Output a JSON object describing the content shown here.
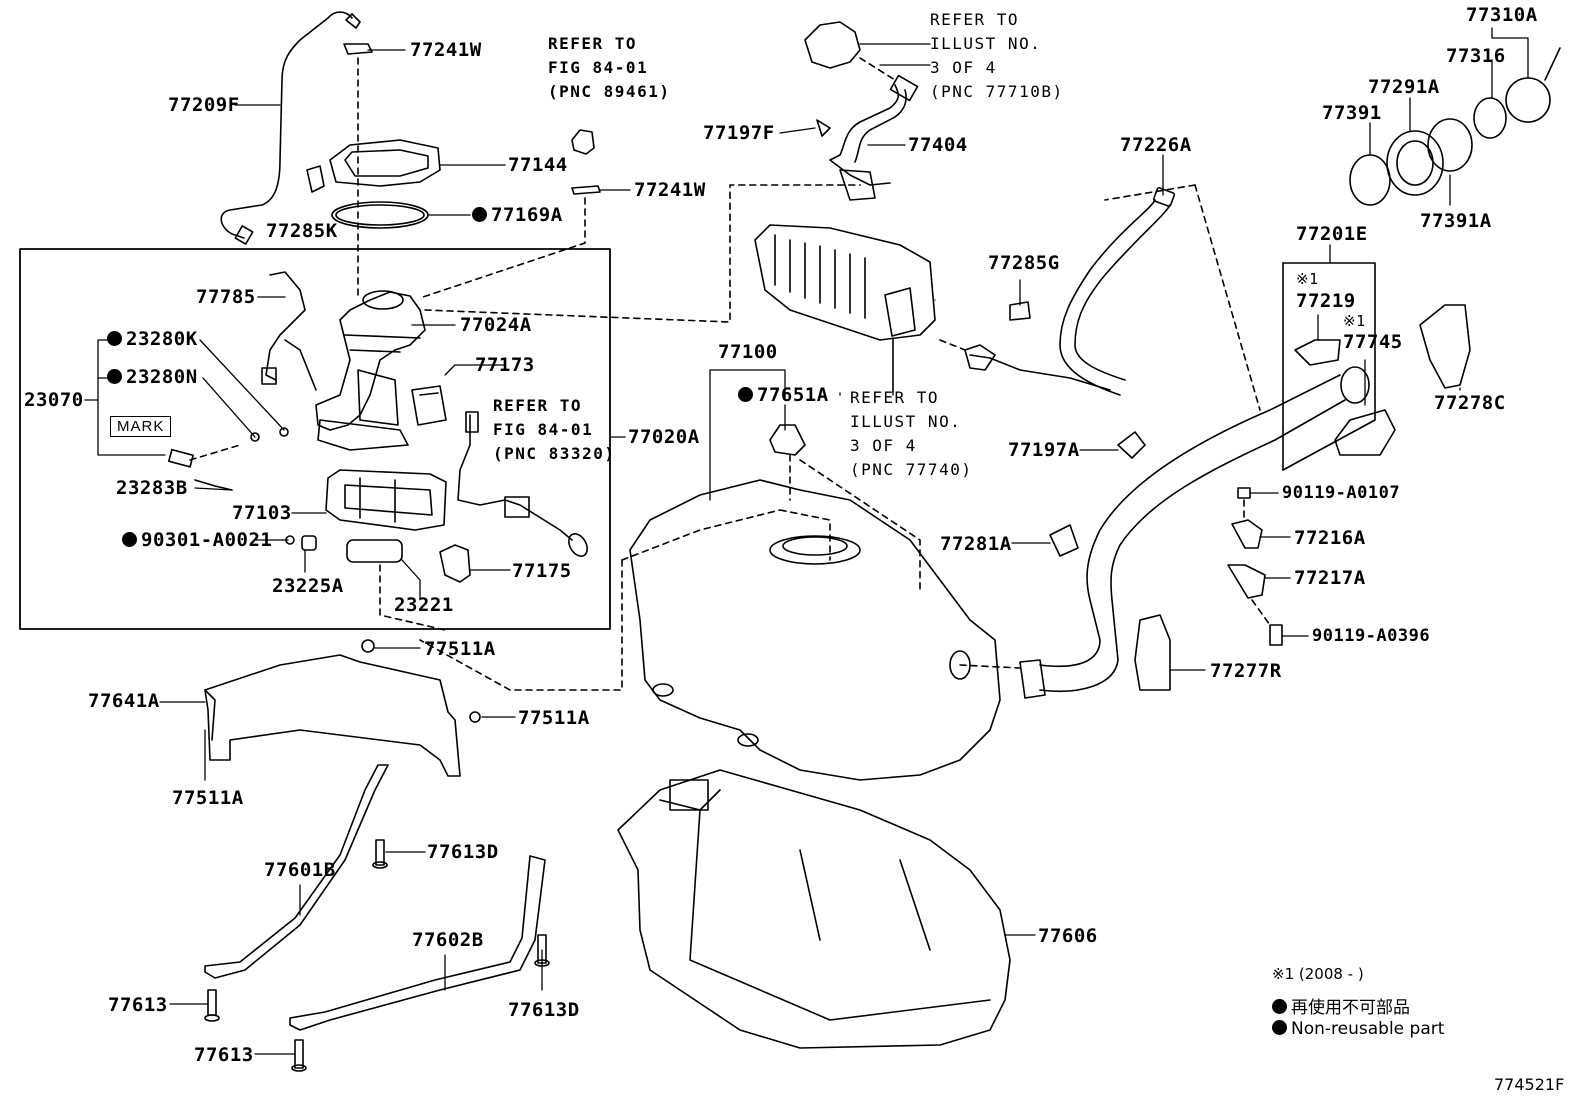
{
  "labels": {
    "p77241W_top": "77241W",
    "p77209F": "77209F",
    "p77144": "77144",
    "p77285K": "77285K",
    "p77169A": "77169A",
    "p77241W_mid": "77241W",
    "p77785": "77785",
    "p77024A": "77024A",
    "p23280K": "23280K",
    "p23280N": "23280N",
    "p23070": "23070",
    "p77173": "77173",
    "p77020A": "77020A",
    "p23283B": "23283B",
    "p77103": "77103",
    "p90301": "90301-A0021",
    "p77175": "77175",
    "p23225A": "23225A",
    "p23221": "23221",
    "p77511A_1": "77511A",
    "p77641A": "77641A",
    "p77511A_2": "77511A",
    "p77511A_3": "77511A",
    "p77601B": "77601B",
    "p77613D_1": "77613D",
    "p77602B": "77602B",
    "p77613_1": "77613",
    "p77613D_2": "77613D",
    "p77613_2": "77613",
    "p77197F": "77197F",
    "p77404": "77404",
    "p77226A": "77226A",
    "p77285G": "77285G",
    "p77100": "77100",
    "p77651A": "77651A",
    "p77197A": "77197A",
    "p77281A": "77281A",
    "p77606": "77606",
    "p77310A": "77310A",
    "p77316": "77316",
    "p77291A": "77291A",
    "p77391": "77391",
    "p77391A": "77391A",
    "p77201E": "77201E",
    "p77219": "77219",
    "p77745": "77745",
    "p77278C": "77278C",
    "p90119_0107": "90119-A0107",
    "p77216A": "77216A",
    "p77217A": "77217A",
    "p90119_0396": "90119-A0396",
    "p77277R": "77277R",
    "note_mark_a": "※1",
    "note_mark_b": "※1"
  },
  "refs": {
    "fig_89461": "REFER TO\nFIG 84-01\n(PNC 89461)",
    "fig_83320": "REFER TO\nFIG 84-01\n(PNC 83320)",
    "illust_77710B": "REFER TO\nILLUST NO.\n3 OF 4\n(PNC 77710B)",
    "illust_77740": "REFER TO\nILLUST NO.\n3 OF 4\n(PNC 77740)"
  },
  "mark_box": "MARK",
  "legend": {
    "note": "※1 (2008 -     )",
    "jp": "再使用不可部品",
    "en": "Non-reusable part"
  },
  "figure_id": "774521F"
}
